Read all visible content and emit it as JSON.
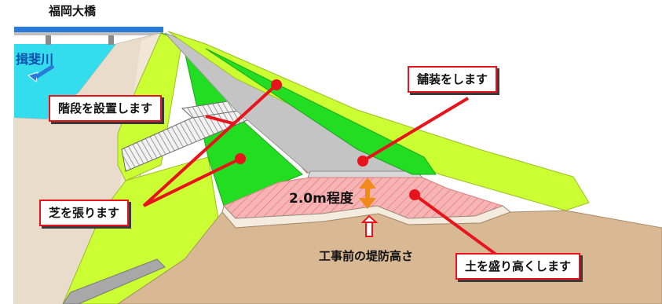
{
  "labels": {
    "bridge": "福岡大橋",
    "river": "揖斐川",
    "stairs": "階段を設置します",
    "pavement": "舗装をします",
    "turf": "芝を張ります",
    "soil": "土を盛り高くします",
    "height": "2.0m程度",
    "before": "工事前の堤防高さ"
  },
  "colors": {
    "accent": "#e8141c",
    "grass_light": "#ccff33",
    "grass_dark": "#22dd22",
    "pavement": "#c4c4c4",
    "river": "#33ddee",
    "soil": "#d9b894",
    "embankment_fill": "#f7b4b4",
    "height_arrow": "#f08a1a"
  }
}
